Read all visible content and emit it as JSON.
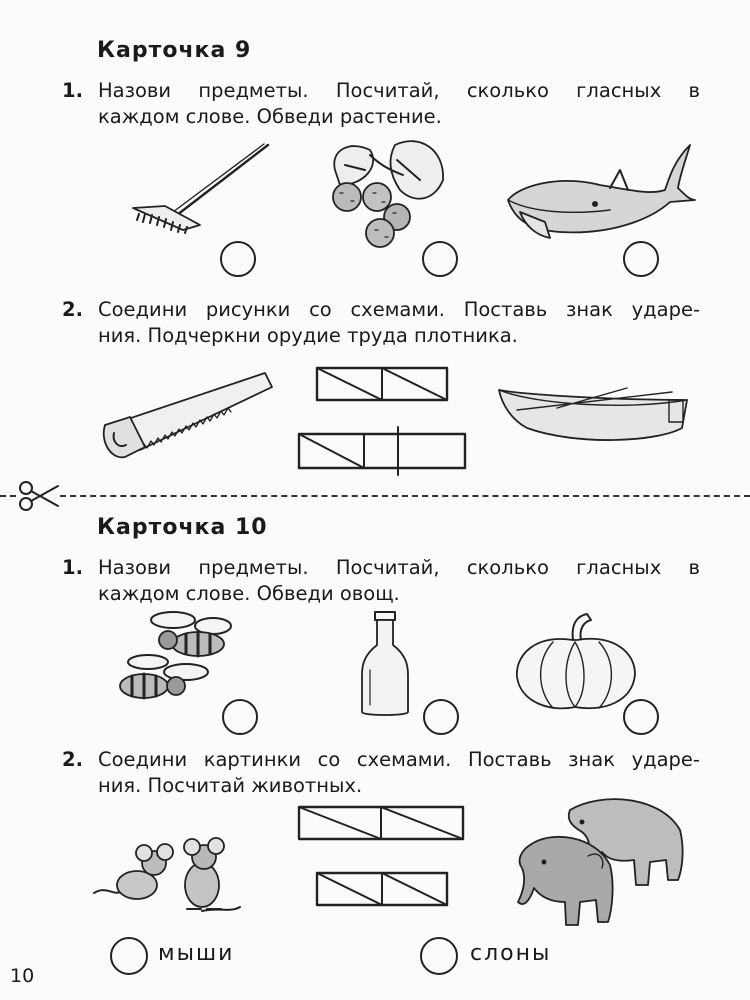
{
  "card9": {
    "title": "Карточка  9",
    "task1": {
      "number": "1.",
      "line1_words": [
        "Назови",
        "предметы.",
        "Посчитай,",
        "сколько",
        "гласных",
        "в"
      ],
      "line2": "каждом слове. Обведи растение."
    },
    "task1_pictures": [
      "rake-icon",
      "raspberry-icon",
      "whale-icon"
    ],
    "task2": {
      "number": "2.",
      "line1_words": [
        "Соедини",
        "рисунки",
        "со",
        "схемами.",
        "Поставь",
        "знак",
        "ударе-"
      ],
      "line2": "ния. Подчеркни орудие труда плотника."
    },
    "task2_pictures": [
      "saw-icon",
      "boat-icon"
    ]
  },
  "card10": {
    "title": "Карточка  10",
    "task1": {
      "number": "1.",
      "line1_words": [
        "Назови",
        "предметы.",
        "Посчитай,",
        "сколько",
        "гласных",
        "в"
      ],
      "line2": "каждом слове. Обведи овощ."
    },
    "task1_pictures": [
      "bees-icon",
      "bottle-icon",
      "pumpkin-icon"
    ],
    "task2": {
      "number": "2.",
      "line1_words": [
        "Соедини",
        "картинки",
        "со",
        "схемами.",
        "Поставь",
        "знак",
        "ударе-"
      ],
      "line2": "ния. Посчитай животных."
    },
    "task2_pictures": [
      "mice-icon",
      "elephants-icon"
    ],
    "word_mice": "мыши",
    "word_elephants": "слоны"
  },
  "cut_line_icon": "scissors-icon",
  "page_number": "10"
}
